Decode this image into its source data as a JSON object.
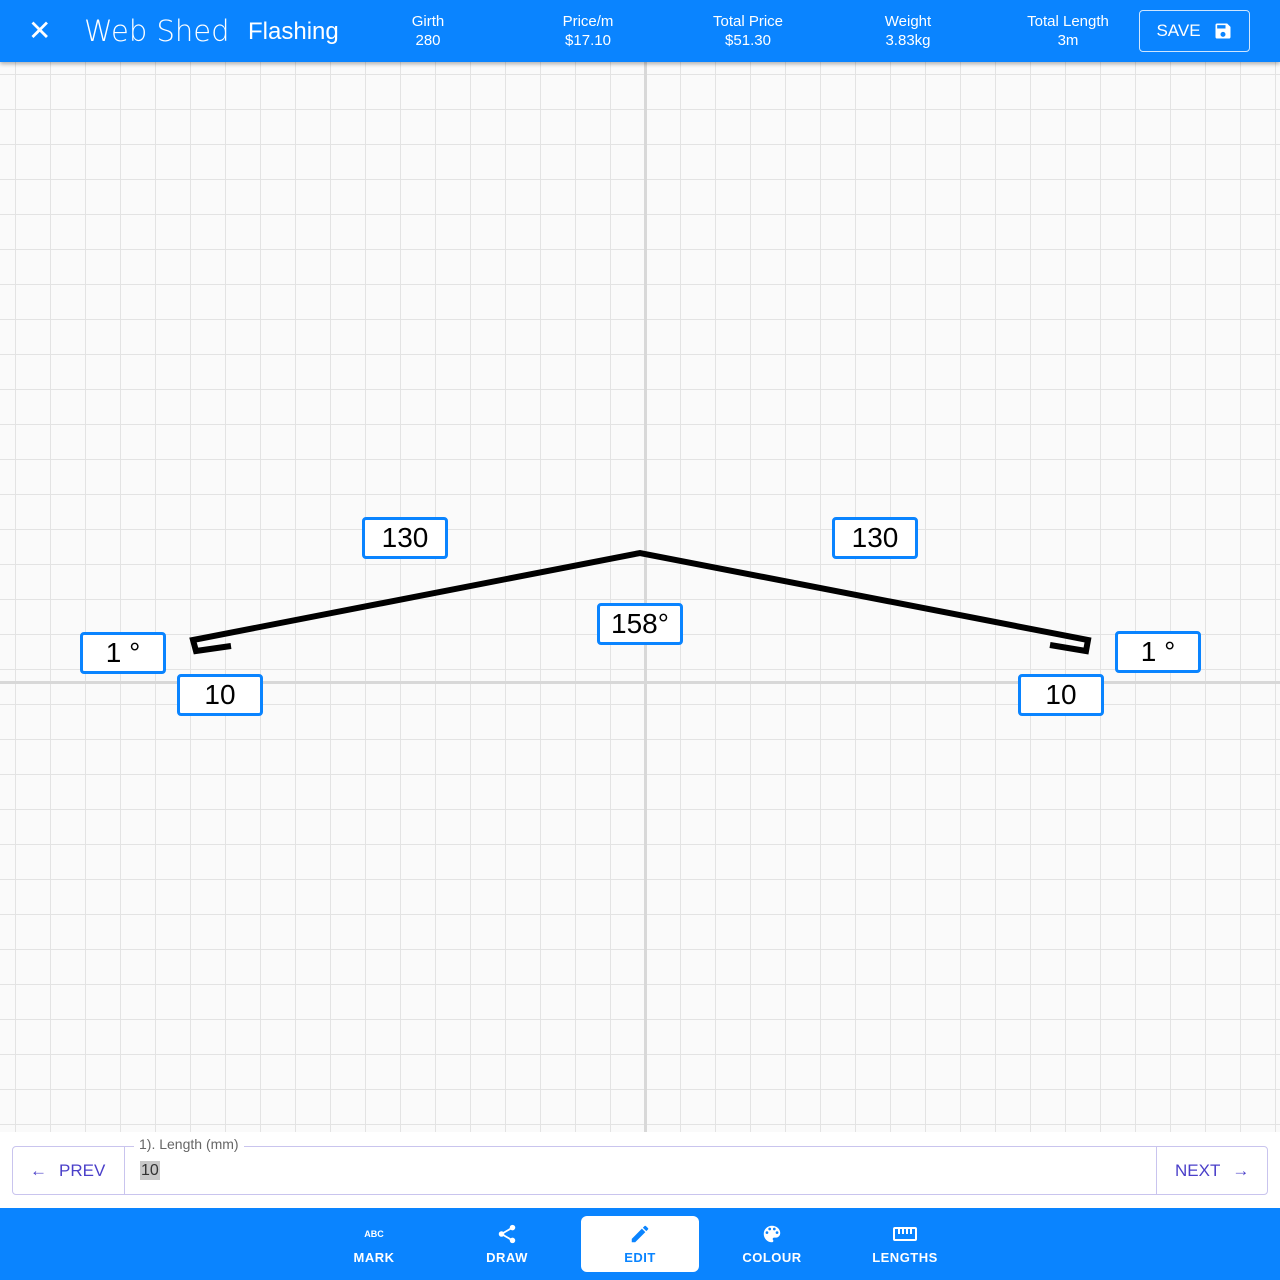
{
  "header": {
    "close_icon": "close-icon",
    "brand": "Web Shed",
    "title": "Flashing",
    "stats": [
      {
        "label": "Girth",
        "value": "280"
      },
      {
        "label": "Price/m",
        "value": "$17.10"
      },
      {
        "label": "Total Price",
        "value": "$51.30"
      },
      {
        "label": "Weight",
        "value": "3.83kg"
      },
      {
        "label": "Total Length",
        "value": "3m"
      }
    ],
    "save_label": "SAVE"
  },
  "drawing": {
    "labels": {
      "left_top_length": "130",
      "right_top_length": "130",
      "apex_angle": "158°",
      "left_angle": "1 °",
      "right_angle": "1 °",
      "left_hem_length": "10",
      "right_hem_length": "10"
    }
  },
  "editor": {
    "field_label": "1). Length (mm)",
    "value": "10",
    "prev_label": "PREV",
    "next_label": "NEXT"
  },
  "nav": {
    "tabs": [
      {
        "label": "MARK",
        "icon": "abc-icon"
      },
      {
        "label": "DRAW",
        "icon": "share-icon"
      },
      {
        "label": "EDIT",
        "icon": "pencil-icon",
        "active": true
      },
      {
        "label": "COLOUR",
        "icon": "palette-icon"
      },
      {
        "label": "LENGTHS",
        "icon": "ruler-icon"
      }
    ]
  },
  "colors": {
    "primary": "#0a84ff",
    "accent": "#4a3fc9"
  }
}
